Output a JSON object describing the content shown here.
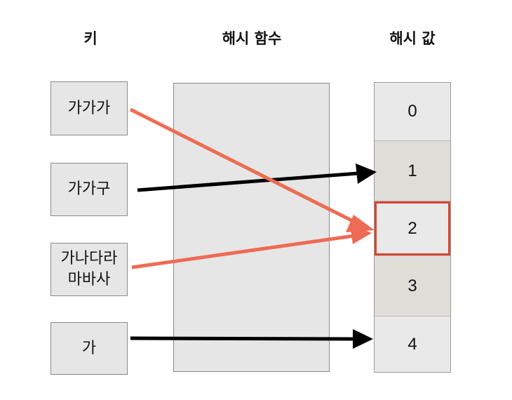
{
  "headers": {
    "key": "키",
    "hash_function": "해시 함수",
    "hash_value": "해시 값"
  },
  "keys": [
    {
      "label": "가가가"
    },
    {
      "label": "가가구"
    },
    {
      "label": "가나다라\n마바사"
    },
    {
      "label": "가"
    }
  ],
  "hash_values": [
    "0",
    "1",
    "2",
    "3",
    "4"
  ],
  "highlighted_index": 2,
  "mappings": [
    {
      "from_key": 0,
      "to_value": 2,
      "color": "#ee6b55"
    },
    {
      "from_key": 1,
      "to_value": 1,
      "color": "#000000"
    },
    {
      "from_key": 2,
      "to_value": 2,
      "color": "#ee6b55"
    },
    {
      "from_key": 3,
      "to_value": 4,
      "color": "#000000"
    }
  ],
  "colors": {
    "box_fill": "#e6e6e6",
    "alt_cell_fill": "#deddd8",
    "highlight_border": "#d9452f",
    "collision_arrow": "#ee6b55",
    "normal_arrow": "#000000"
  }
}
